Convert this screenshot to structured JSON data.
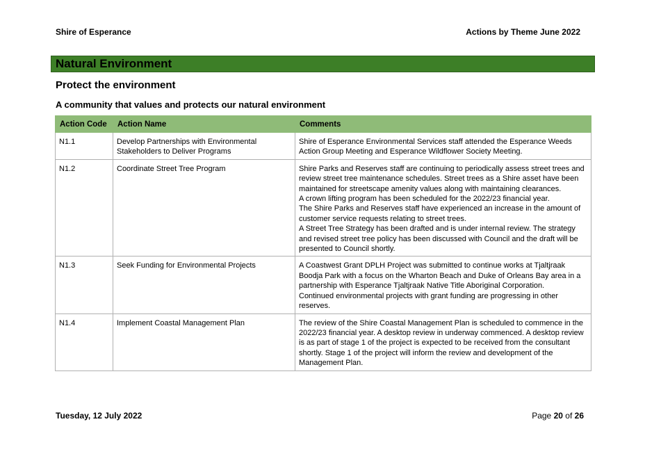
{
  "header": {
    "organisation": "Shire of Esperance",
    "report_title": "Actions by Theme June 2022"
  },
  "theme": "Natural Environment",
  "goal": "Protect the environment",
  "objective": "A community that values and protects our natural environment",
  "table": {
    "columns": [
      "Action Code",
      "Action Name",
      "Comments"
    ],
    "rows": [
      {
        "code": "N1.1",
        "name": "Develop Partnerships with Environmental Stakeholders to Deliver Programs",
        "comments": [
          "Shire of Esperance Environmental Services staff attended the Esperance Weeds Action Group Meeting and Esperance Wildflower Society Meeting."
        ]
      },
      {
        "code": "N1.2",
        "name": "Coordinate Street Tree Program",
        "comments": [
          "Shire Parks and Reserves staff are continuing to periodically assess street trees and review street tree maintenance schedules. Street trees as a Shire asset have been maintained for streetscape amenity values along with maintaining clearances.",
          "A crown lifting program has been scheduled for the 2022/23 financial year.",
          "The Shire Parks and Reserves staff have experienced an increase in the amount of customer service requests relating to street trees.",
          "A Street Tree Strategy has been drafted and is under internal review. The strategy and revised street tree policy has been discussed with Council and the draft will be presented to Council shortly."
        ]
      },
      {
        "code": "N1.3",
        "name": "Seek Funding for Environmental Projects",
        "comments": [
          "A Coastwest Grant DPLH Project was submitted to continue works at Tjaltjraak Boodja Park with a focus on the Wharton Beach and Duke of Orleans Bay area in a partnership with Esperance Tjaltjraak Native Title Aboriginal Corporation.",
          "Continued environmental projects with grant funding are progressing in other reserves."
        ]
      },
      {
        "code": "N1.4",
        "name": "Implement Coastal Management Plan",
        "comments": [
          "The review of the Shire Coastal Management Plan is scheduled to commence in the 2022/23 financial year. A desktop review in underway commenced. A desktop review is as part of stage 1 of the project is expected to be received from the consultant shortly. Stage 1 of the project will inform the review and development of the Management Plan."
        ]
      }
    ]
  },
  "footer": {
    "date": "Tuesday, 12 July 2022",
    "page_prefix": "Page",
    "page_current": "20",
    "page_of": "of",
    "page_total": "26"
  },
  "colors": {
    "theme_bar": "#3d7f27",
    "table_header": "#8fbb78"
  }
}
